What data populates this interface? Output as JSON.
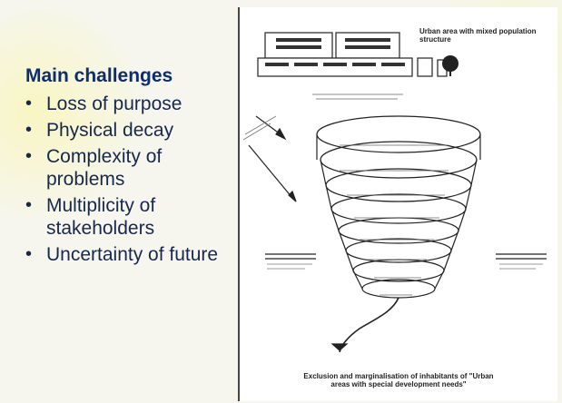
{
  "slide": {
    "heading": "Main challenges",
    "bullets": [
      "Loss of purpose",
      "Physical decay",
      "Complexity of problems",
      "Multiplicity of stakeholders",
      "Uncertainty of future"
    ]
  },
  "figure": {
    "top_label": "Urban area with mixed population structure",
    "bottom_label": "Exclusion and marginalisation of inhabitants of \"Urban areas with special development needs\""
  },
  "colors": {
    "heading": "#0c2c73",
    "text": "#18284d",
    "background": "#f6f6ef"
  }
}
